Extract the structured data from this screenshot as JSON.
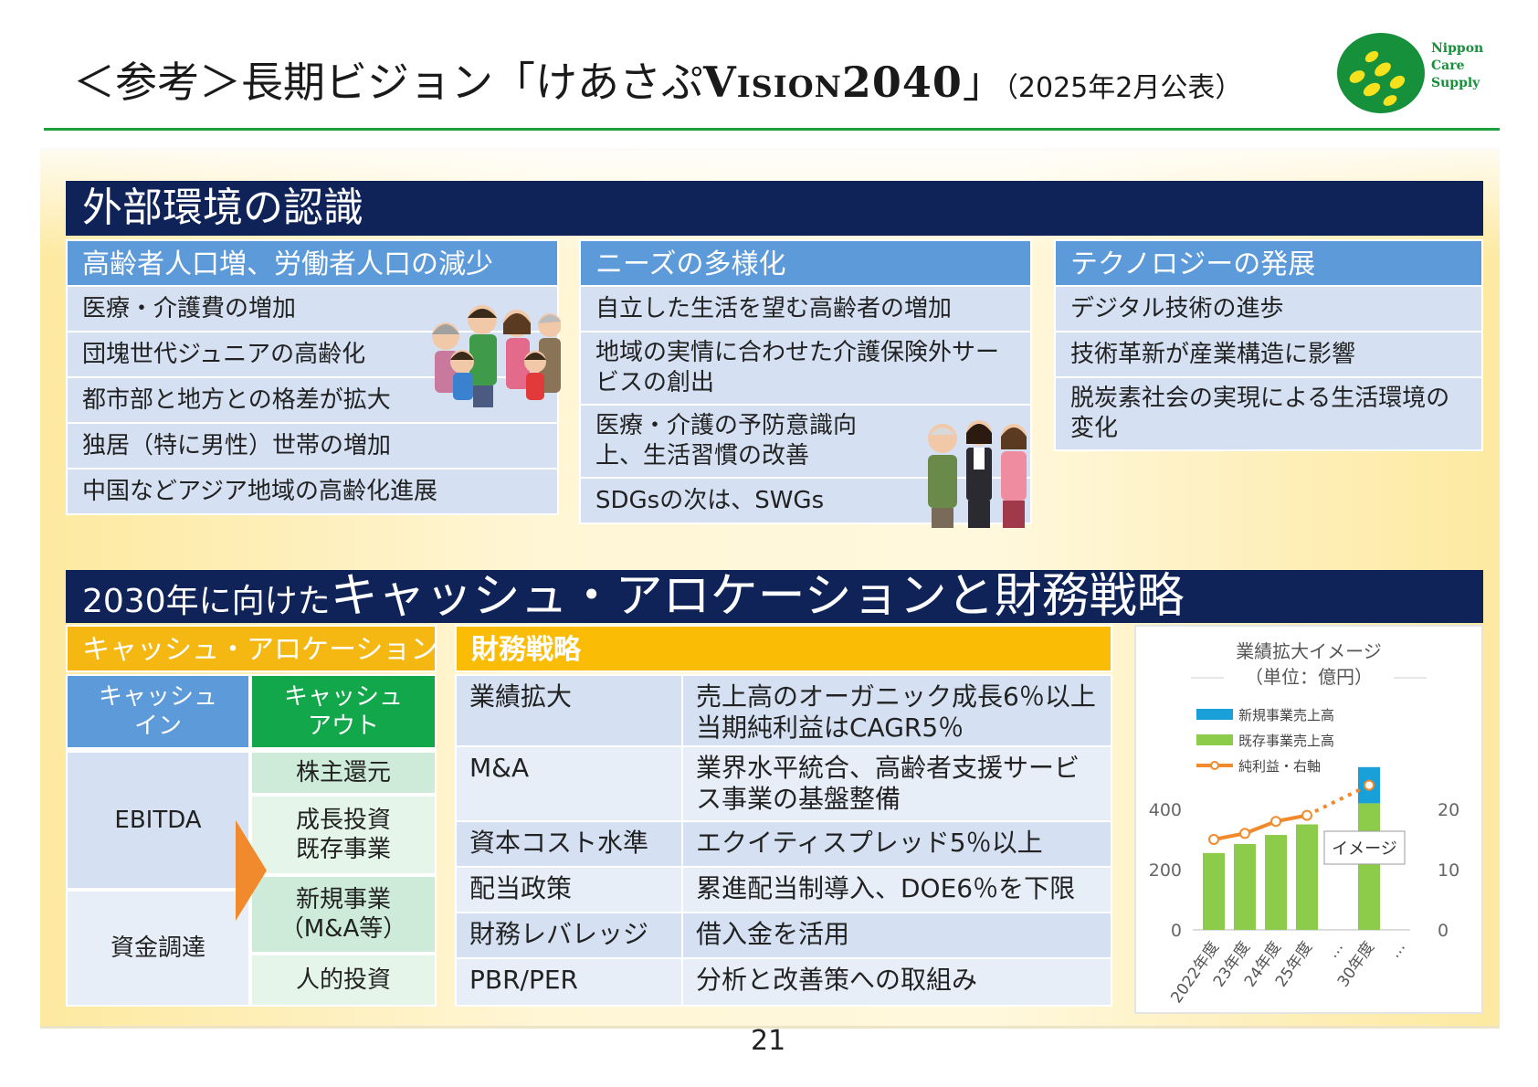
{
  "header": {
    "title_prefix": "＜参考＞長期ビジョン「けあさぷ",
    "title_vision": "Vision2040",
    "title_suffix": "」",
    "date": "（2025年2月公表）"
  },
  "logo": {
    "line1": "Nippon",
    "line2": "Care",
    "line3": "Supply",
    "colors": {
      "green": "#16903a",
      "yellow": "#f5e11e"
    }
  },
  "external": {
    "title": "外部環境の認識",
    "columns": [
      {
        "heading": "高齢者人口増、労働者人口の減少",
        "items": [
          "医療・介護費の増加",
          "団塊世代ジュニアの高齢化",
          "都市部と地方との格差が拡大",
          "独居（特に男性）世帯の増加",
          "中国などアジア地域の高齢化進展"
        ]
      },
      {
        "heading": "ニーズの多様化",
        "items": [
          "自立した生活を望む高齢者の増加",
          "地域の実情に合わせた介護保険外サービスの創出",
          "医療・介護の予防意識向上、生活習慣の改善",
          "SDGsの次は、SWGs"
        ]
      },
      {
        "heading": "テクノロジーの発展",
        "items": [
          "デジタル技術の進歩",
          "技術革新が産業構造に影響",
          "脱炭素社会の実現による生活環境の変化"
        ]
      }
    ]
  },
  "strategy": {
    "title_small": "2030年に向けた",
    "title_big": "キャッシュ・アロケーションと財務戦略"
  },
  "cash_allocation": {
    "heading": "キャッシュ・アロケーション",
    "in_header": "キャッシュイン",
    "out_header": "キャッシュアウト",
    "in_items": [
      "EBITDA",
      "資金調達"
    ],
    "out_items": [
      "株主還元",
      "成長投資既存事業",
      "新規事業（M&A等）",
      "人的投資"
    ]
  },
  "financial": {
    "heading": "財務戦略",
    "rows": [
      {
        "key": "業績拡大",
        "value": "売上高のオーガニック成長6％以上当期純利益はCAGR5％"
      },
      {
        "key": "M&A",
        "value": "業界水平統合、高齢者支援サービス事業の基盤整備"
      },
      {
        "key": "資本コスト水準",
        "value": "エクイティスプレッド5％以上"
      },
      {
        "key": "配当政策",
        "value": "累進配当制導入、DOE6％を下限"
      },
      {
        "key": "財務レバレッジ",
        "value": "借入金を活用"
      },
      {
        "key": "PBR/PER",
        "value": "分析と改善策への取組み"
      }
    ]
  },
  "chart_data": {
    "type": "bar",
    "title": "業績拡大イメージ",
    "subtitle": "（単位：億円）",
    "categories": [
      "2022年度",
      "23年度",
      "24年度",
      "25年度",
      "…",
      "30年度",
      "…"
    ],
    "series": [
      {
        "name": "新規事業売上高",
        "values": [
          0,
          0,
          0,
          0,
          null,
          120,
          null
        ],
        "color": "#1aa0d8"
      },
      {
        "name": "既存事業売上高",
        "values": [
          255,
          285,
          315,
          350,
          null,
          420,
          null
        ],
        "color": "#8ccc4a"
      },
      {
        "name": "純利益・右軸",
        "values": [
          15,
          16,
          18,
          19,
          null,
          24,
          null
        ],
        "color": "#f08a2c",
        "axis": "right"
      }
    ],
    "y_left_ticks": [
      "0",
      "200",
      "400"
    ],
    "y_right_ticks": [
      "0",
      "10",
      "20"
    ],
    "ylim": [
      0,
      400
    ],
    "ylim_right": [
      0,
      20
    ],
    "annotation": "イメージ",
    "legend_position": "top-left"
  },
  "page_number": "21"
}
